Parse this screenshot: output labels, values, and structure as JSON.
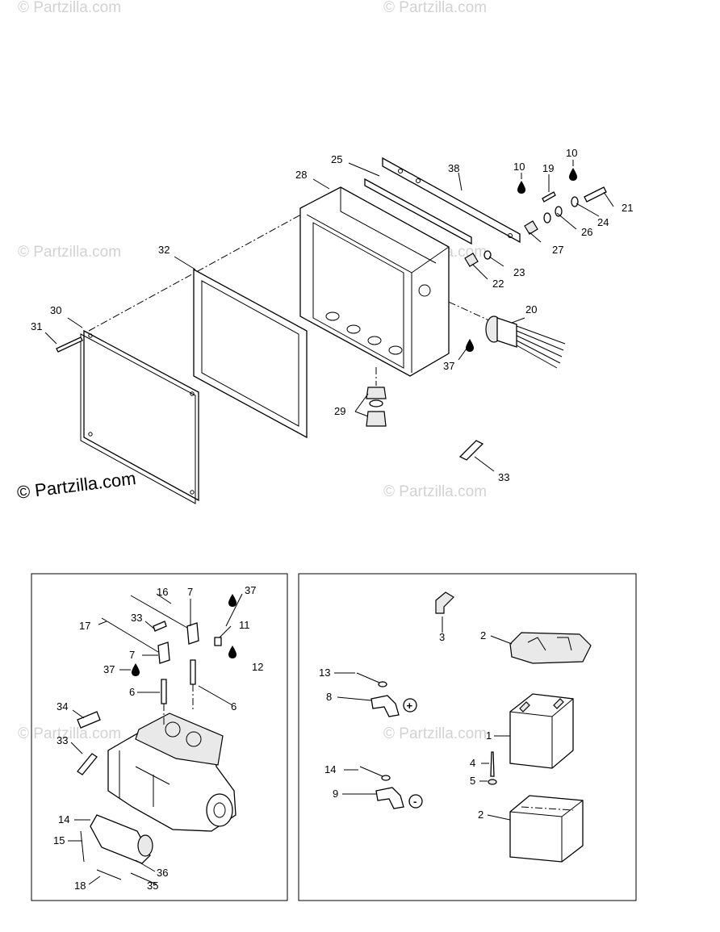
{
  "watermarks": {
    "main": "© Partzilla.com",
    "faint": "© Partzilla.com"
  },
  "upper": {
    "labels": [
      "28",
      "25",
      "38",
      "10",
      "19",
      "10",
      "21",
      "24",
      "26",
      "27",
      "23",
      "22",
      "32",
      "30",
      "31",
      "20",
      "37",
      "29",
      "33"
    ]
  },
  "engine_panel": {
    "labels": [
      "16",
      "7",
      "37",
      "17",
      "33",
      "11",
      "7",
      "12",
      "37",
      "6",
      "6",
      "34",
      "33",
      "14",
      "15",
      "36",
      "18",
      "35"
    ]
  },
  "battery_panel": {
    "labels": [
      "3",
      "2",
      "13",
      "8",
      "1",
      "4",
      "5",
      "14",
      "9",
      "2"
    ],
    "plus_sign": "+",
    "minus_sign": "-"
  },
  "colors": {
    "line": "#000000",
    "watermark": "#d2d2d2",
    "fill": "#e9e9e9"
  }
}
